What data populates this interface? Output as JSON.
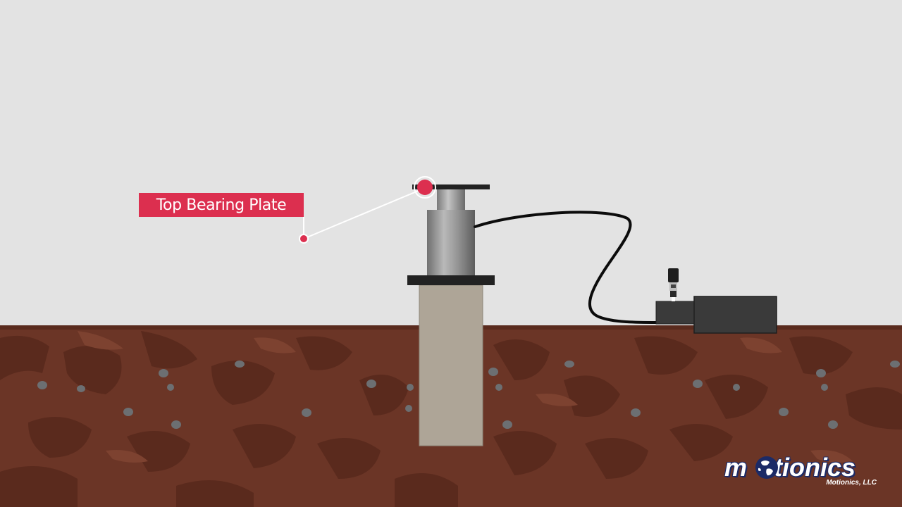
{
  "callout": {
    "label": "Top Bearing Plate"
  },
  "logo": {
    "wordmark_left": "m",
    "wordmark_right": "tionics",
    "subtitle": "Motionics, LLC"
  },
  "colors": {
    "sky": "#e3e3e3",
    "soil": "#6b3526",
    "soil_dark": "#4f2619",
    "accent": "#dc2f4f",
    "concrete": "#aea597",
    "steel": "#8a8a8a",
    "plate": "#222222",
    "pump": "#3a3a3a",
    "logo_blue": "#1b2a66"
  }
}
